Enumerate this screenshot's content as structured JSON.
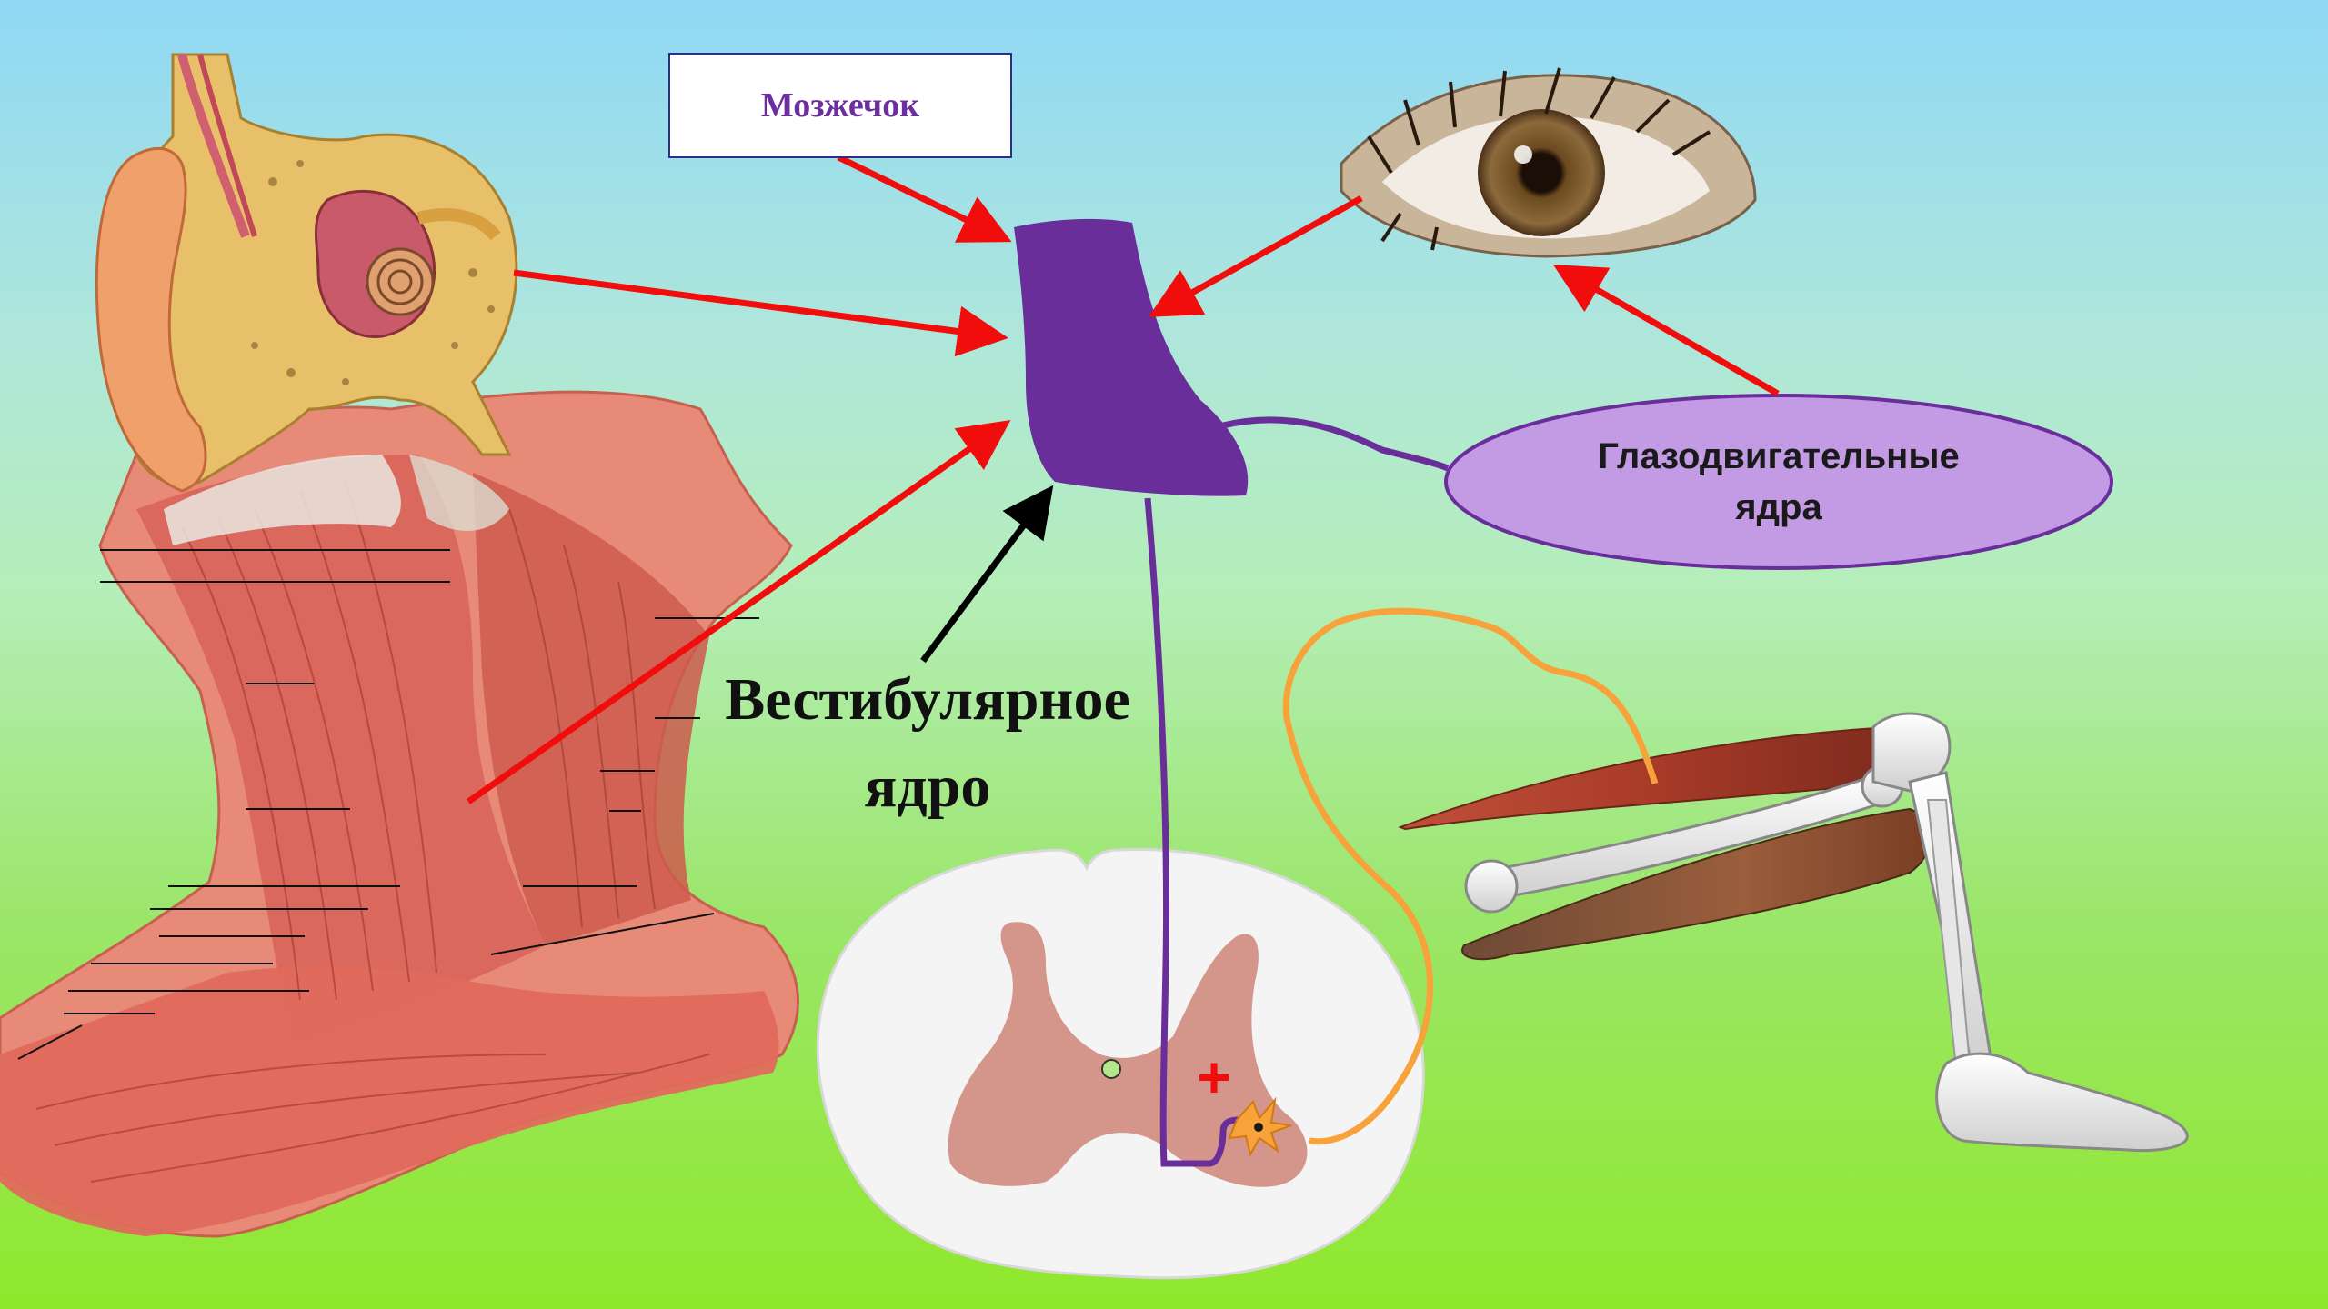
{
  "labels": {
    "cerebellum": "Мозжечок",
    "oculomotor_nuclei_line1": "Глазодвигательные",
    "oculomotor_nuclei_line2": "ядра",
    "vestibular_nucleus_line1": "Вестибулярное",
    "vestibular_nucleus_line2": "ядро",
    "excitation_sign": "+"
  },
  "colors": {
    "arrow_red": "#f20d0d",
    "arrow_black": "#000000",
    "pathway_purple": "#6a2e9b",
    "afferent_orange": "#f7a23a",
    "oval_fill": "#c39be4",
    "label_text_purple": "#6b2fa0"
  },
  "illustrations": [
    "inner-ear",
    "neck-muscles",
    "eye",
    "spinal-cord-cross-section",
    "leg-muscles-and-bones"
  ]
}
